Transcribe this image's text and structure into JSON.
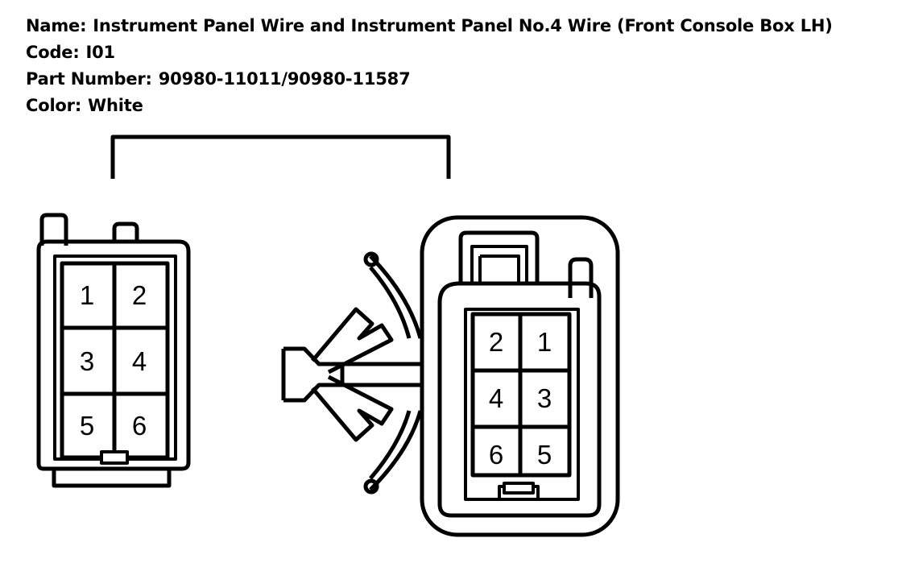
{
  "connector": {
    "name_label": "Name:",
    "name_value": "Instrument Panel Wire and Instrument Panel No.4 Wire (Front Console Box LH)",
    "code_label": "Code:",
    "code_value": "I01",
    "part_label": "Part Number:",
    "part_value": "90980-11011/90980-11587",
    "color_label": "Color:",
    "color_value": "White"
  },
  "left_connector": {
    "pins": [
      "1",
      "2",
      "3",
      "4",
      "5",
      "6"
    ]
  },
  "right_connector": {
    "pins": [
      "2",
      "1",
      "4",
      "3",
      "6",
      "5"
    ]
  }
}
